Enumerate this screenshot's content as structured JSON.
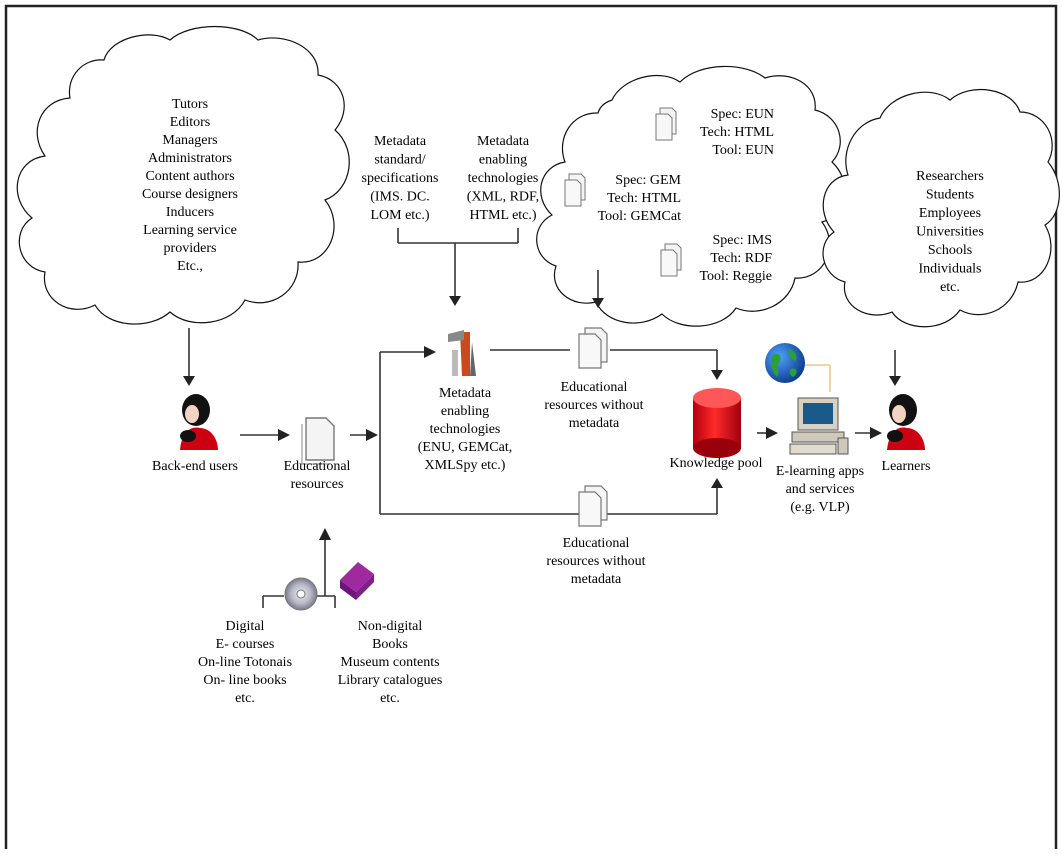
{
  "clouds": {
    "roles": [
      "Tutors",
      "Editors",
      "Managers",
      "Administrators",
      "Content authors",
      "Course designers",
      "Inducers",
      "Learning service",
      "providers",
      "Etc.,"
    ],
    "learners_groups": [
      "Researchers",
      "Students",
      "Employees",
      "Universities",
      "Schools",
      "Individuals",
      "etc."
    ],
    "spec_eun": [
      "Spec: EUN",
      "Tech: HTML",
      "Tool: EUN"
    ],
    "spec_gem": [
      "Spec: GEM",
      "Tech: HTML",
      "Tool: GEMCat"
    ],
    "spec_ims": [
      "Spec: IMS",
      "Tech: RDF",
      "Tool: Reggie"
    ]
  },
  "labels": {
    "metadata_standard": [
      "Metadata",
      "standard/",
      "specifications",
      "(IMS. DC.",
      "LOM etc.)"
    ],
    "metadata_tech_top": [
      "Metadata",
      "enabling",
      "technologies",
      "(XML, RDF,",
      "HTML etc.)"
    ],
    "metadata_tools": [
      "Metadata",
      "enabling",
      "technologies",
      "(ENU, GEMCat,",
      "XMLSpy etc.)"
    ],
    "backend_users": [
      "Back-end users"
    ],
    "educational_resources": [
      "Educational",
      "resources"
    ],
    "edu_without_meta_top": [
      "Educational",
      "resources without",
      "metadata"
    ],
    "edu_without_meta_bottom": [
      "Educational",
      "resources without",
      "metadata"
    ],
    "knowledge_pool": [
      "Knowledge pool"
    ],
    "elearning_apps": [
      "E-learning apps",
      "and services",
      "(e.g. VLP)"
    ],
    "learners": [
      "Learners"
    ],
    "digital": [
      "Digital",
      "E- courses",
      "On-line Totonais",
      "On- line books",
      "etc."
    ],
    "non_digital": [
      "Non-digital",
      "Books",
      "Museum contents",
      "Library catalogues",
      "etc."
    ]
  }
}
